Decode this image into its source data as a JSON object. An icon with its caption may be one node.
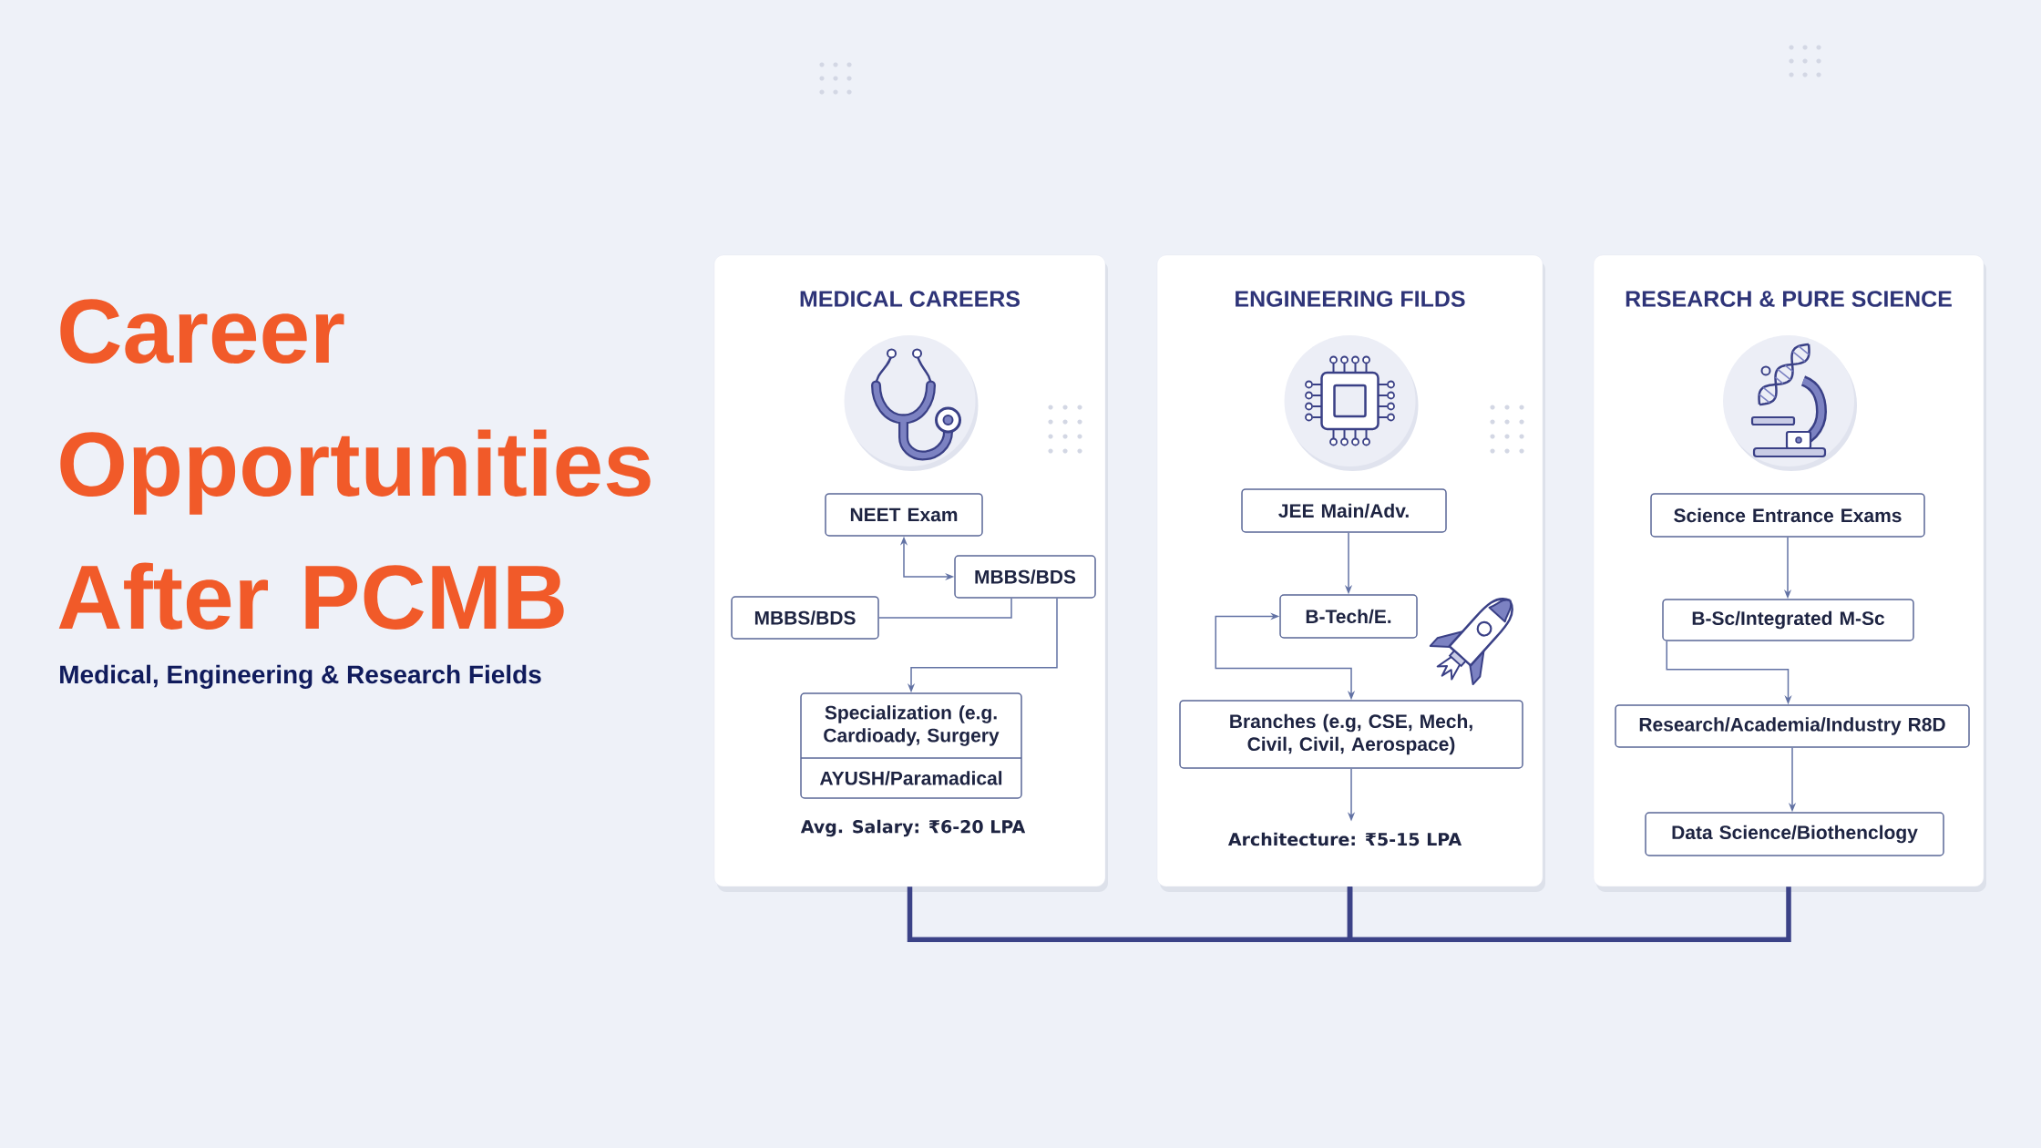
{
  "diagram": {
    "title": "Career Opportunities After PCMB",
    "nodes": [
      {
        "text": [
          "MEDICAL CAREERS"
        ]
      },
      {
        "text": [
          "NEET Exam"
        ],
        "in": 0
      },
      {
        "text": [
          "MBBS/BDS"
        ],
        "in": 0
      },
      {
        "text": [
          "MBBS/BDS"
        ],
        "in": 0
      },
      {
        "text": [
          "Specialization (e.g. Cardioady, Surgery",
          "AYUSH/Paramadical"
        ],
        "in": 0
      },
      {
        "text": [
          "ENGINEERING FILDS"
        ]
      },
      {
        "text": [
          "JEE Main/Adv."
        ],
        "in": 5
      },
      {
        "text": [
          "B-Tech/E."
        ],
        "in": 5
      },
      {
        "text": [
          "Branches (e.g, CSE, Mech, Civil, Civil, Aerospace)"
        ],
        "in": 5
      },
      {
        "text": [
          "Architecture: ₹5-15 LPA"
        ],
        "in": 5
      },
      {
        "text": [
          "RESEARCH & PURE SCIENCE"
        ]
      },
      {
        "text": [
          "Science Entrance Exams"
        ],
        "in": 10
      },
      {
        "text": [
          "B-Sc/Integrated M-Sc"
        ],
        "in": 10
      },
      {
        "text": [
          "Research/Academia/Industry R8D"
        ],
        "in": 10
      },
      {
        "text": [
          "Data Science/Biothenclogy"
        ],
        "in": 10
      }
    ],
    "edges": [
      {
        "from": 1,
        "to": 2,
        "arrow": "both"
      },
      {
        "from": 3,
        "to": 2,
        "arrow": "none"
      },
      {
        "from": 2,
        "to": 4,
        "arrow": "to"
      },
      {
        "from": 6,
        "to": 7,
        "arrow": "to"
      },
      {
        "from": 7,
        "to": 8,
        "arrow": "both"
      },
      {
        "from": 8,
        "to": 9,
        "arrow": "to"
      },
      {
        "from": 11,
        "to": 12,
        "arrow": "to"
      },
      {
        "from": 12,
        "to": 13,
        "arrow": "to"
      },
      {
        "from": 13,
        "to": 14,
        "arrow": "to"
      },
      {
        "from": 0,
        "to": 5,
        "arrow": "none",
        "style": "thick",
        "color": "#3b4287"
      },
      {
        "from": 5,
        "to": 10,
        "arrow": "none",
        "style": "thick",
        "color": "#3b4287"
      }
    ],
    "labels": [
      "Medical, Engineering & Research Fields",
      "Avg. Salary: ₹6-20 LPA"
    ]
  }
}
